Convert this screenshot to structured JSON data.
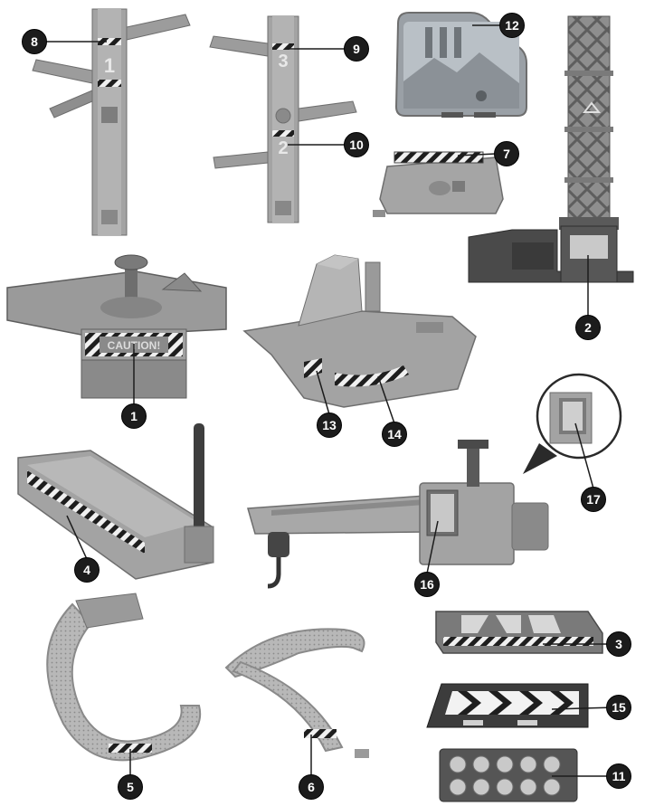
{
  "callouts": {
    "c1": "1",
    "c2": "2",
    "c3": "3",
    "c4": "4",
    "c5": "5",
    "c6": "6",
    "c7": "7",
    "c8": "8",
    "c9": "9",
    "c10": "10",
    "c11": "11",
    "c12": "12",
    "c13": "13",
    "c14": "14",
    "c15": "15",
    "c16": "16",
    "c17": "17"
  },
  "part_labels": {
    "pillar_1": "1",
    "pillar_3": "3",
    "pillar_2": "2",
    "caution_sign": "CAUTION!"
  },
  "colors": {
    "plastic": "#a3a3a3",
    "plastic_dark": "#7d7d7d",
    "plastic_light": "#c4c4c4",
    "stripe_dark": "#1e1e1e",
    "callout": "#1c1c1c"
  }
}
